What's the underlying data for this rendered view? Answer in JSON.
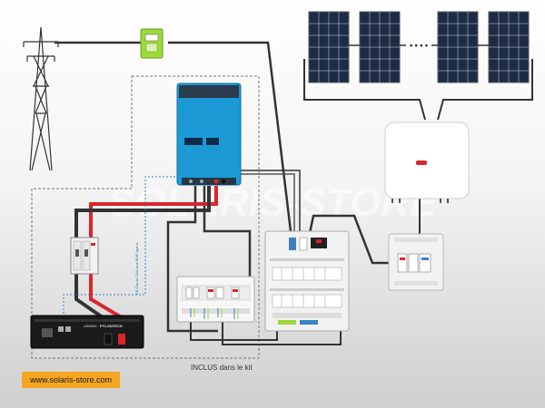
{
  "watermark": "SOLARIS-STORE",
  "website": "www.solaris-store.com",
  "kit_label": "INCLUS dans le kit",
  "vertical_cable_label": "VE.Can to CAN-bus BMS type A",
  "battery": {
    "model_label": "US5000",
    "brand_label": "PYLONTECH"
  },
  "solar_array": {
    "separator": "• • • •"
  },
  "colors": {
    "inverter": "#1b9ad6",
    "website_badge": "#f5a623",
    "meter": "#9ed93a",
    "dc_positive": "#d8262b",
    "dc_negative": "#333333",
    "data_cable": "#3a82c4"
  }
}
